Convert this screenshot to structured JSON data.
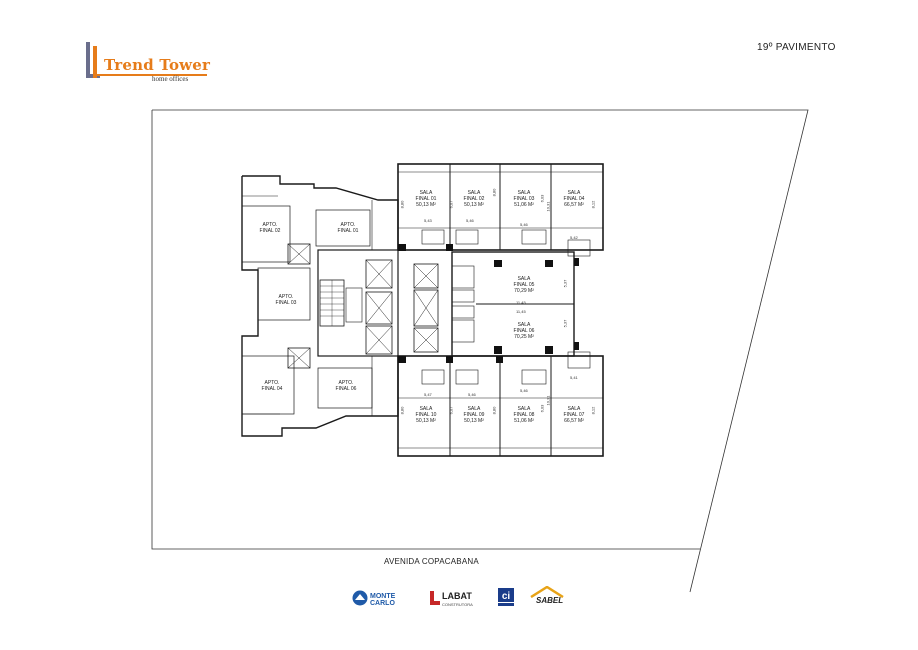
{
  "brand": {
    "name": "Trend Tower",
    "tagline": "home offices",
    "accent_color": "#e67c1a",
    "secondary_color": "#6a6e8c"
  },
  "floor": {
    "label": "19º PAVIMENTO"
  },
  "street": {
    "label": "AVENIDA COPACABANA"
  },
  "units": {
    "sala01": {
      "l1": "SALA",
      "l2": "FINAL 01",
      "l3": "50,13 M²"
    },
    "sala02": {
      "l1": "SALA",
      "l2": "FINAL 02",
      "l3": "50,13 M²"
    },
    "sala03": {
      "l1": "SALA",
      "l2": "FINAL 03",
      "l3": "51,06 M²"
    },
    "sala04": {
      "l1": "SALA",
      "l2": "FINAL 04",
      "l3": "66,57 M²"
    },
    "sala05": {
      "l1": "SALA",
      "l2": "FINAL 05",
      "l3": "70,29 M²"
    },
    "sala06": {
      "l1": "SALA",
      "l2": "FINAL 06",
      "l3": "70,25 M²"
    },
    "sala07": {
      "l1": "SALA",
      "l2": "FINAL 07",
      "l3": "66,57 M²"
    },
    "sala08": {
      "l1": "SALA",
      "l2": "FINAL 08",
      "l3": "51,06 M²"
    },
    "sala09": {
      "l1": "SALA",
      "l2": "FINAL 09",
      "l3": "50,13 M²"
    },
    "sala10": {
      "l1": "SALA",
      "l2": "FINAL 10",
      "l3": "50,13 M²"
    },
    "apto01": {
      "l1": "APTO.",
      "l2": "FINAL 01"
    },
    "apto02": {
      "l1": "APTO.",
      "l2": "FINAL 02"
    },
    "apto03": {
      "l1": "APTO.",
      "l2": "FINAL 03"
    },
    "apto04": {
      "l1": "APTO.",
      "l2": "FINAL 04"
    },
    "apto06": {
      "l1": "APTO.",
      "l2": "FINAL 06"
    }
  },
  "dims": {
    "d_543": "5,43",
    "d_546a": "5,46",
    "d_546b": "5,46",
    "d_542": "5,42",
    "d_1145a": "11,45",
    "d_1145b": "11,45",
    "d_547": "5,47",
    "d_546c": "5,46",
    "d_546d": "5,46",
    "d_541": "5,41",
    "v_880a": "8,80",
    "v_607a": "6,07",
    "v_880b": "8,80",
    "v_603a": "6,03",
    "v_1031a": "10,31",
    "v_812a": "8,12",
    "v_537a": "5,37",
    "v_537b": "5,37",
    "v_880c": "8,80",
    "v_607b": "6,07",
    "v_880d": "8,80",
    "v_603b": "6,03",
    "v_1031b": "10,31",
    "v_812b": "8,12"
  },
  "partners": {
    "montecarlo": "MONTE CARLO",
    "labat": "LABAT",
    "labat_sub": "CONSTRUTORA",
    "sabel": "SABEL"
  }
}
